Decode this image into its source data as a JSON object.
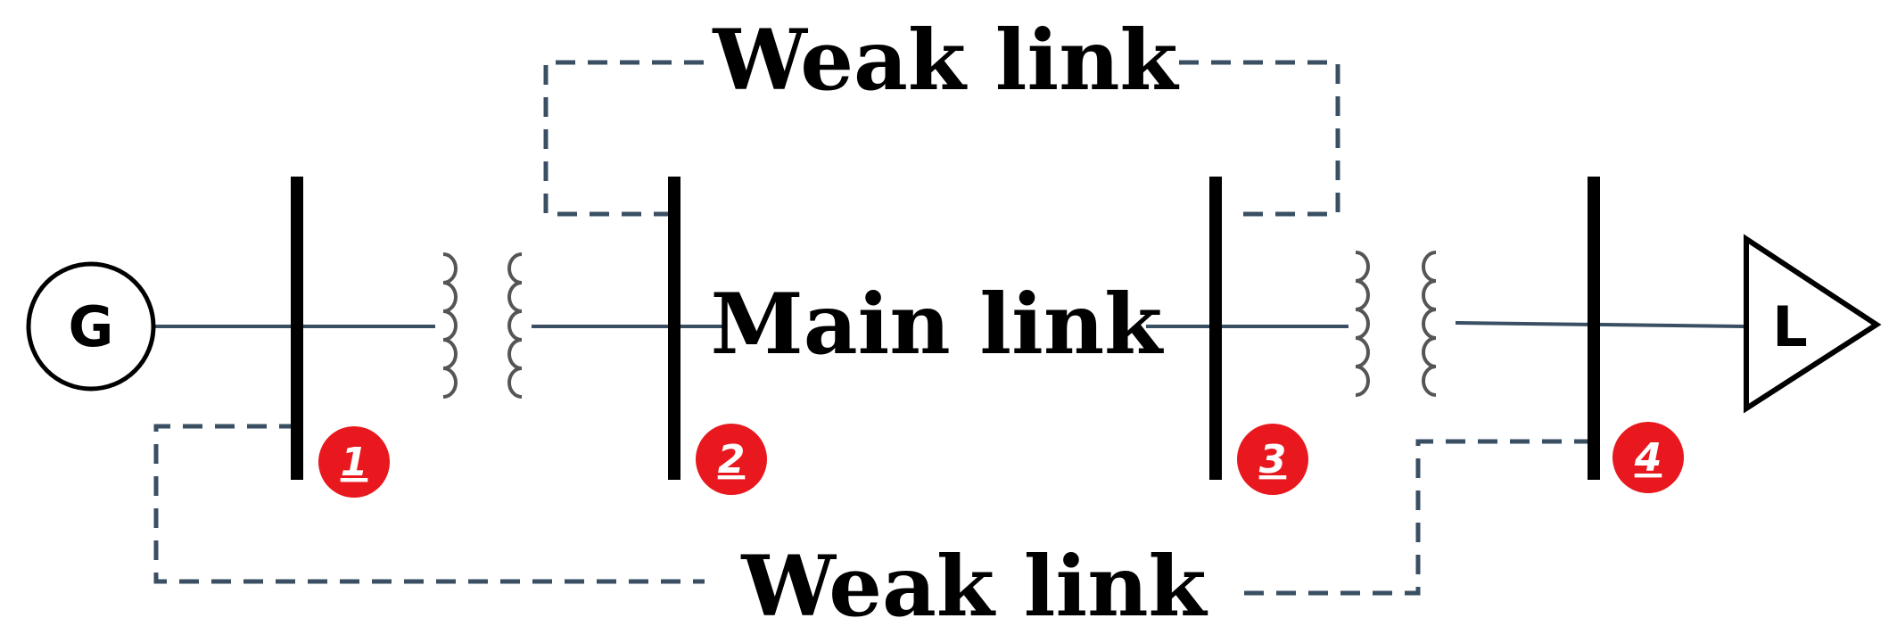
{
  "labels": {
    "weak_link_top": "Weak link",
    "main_link": "Main link",
    "weak_link_bottom": "Weak link",
    "generator": "G",
    "load": "L"
  },
  "buses": [
    {
      "id": "1"
    },
    {
      "id": "2"
    },
    {
      "id": "3"
    },
    {
      "id": "4"
    }
  ],
  "colors": {
    "line": "#3a4f63",
    "dashed": "#3a4f63",
    "bus": "#000000",
    "badge": "#e8181e",
    "coil": "#555555"
  }
}
